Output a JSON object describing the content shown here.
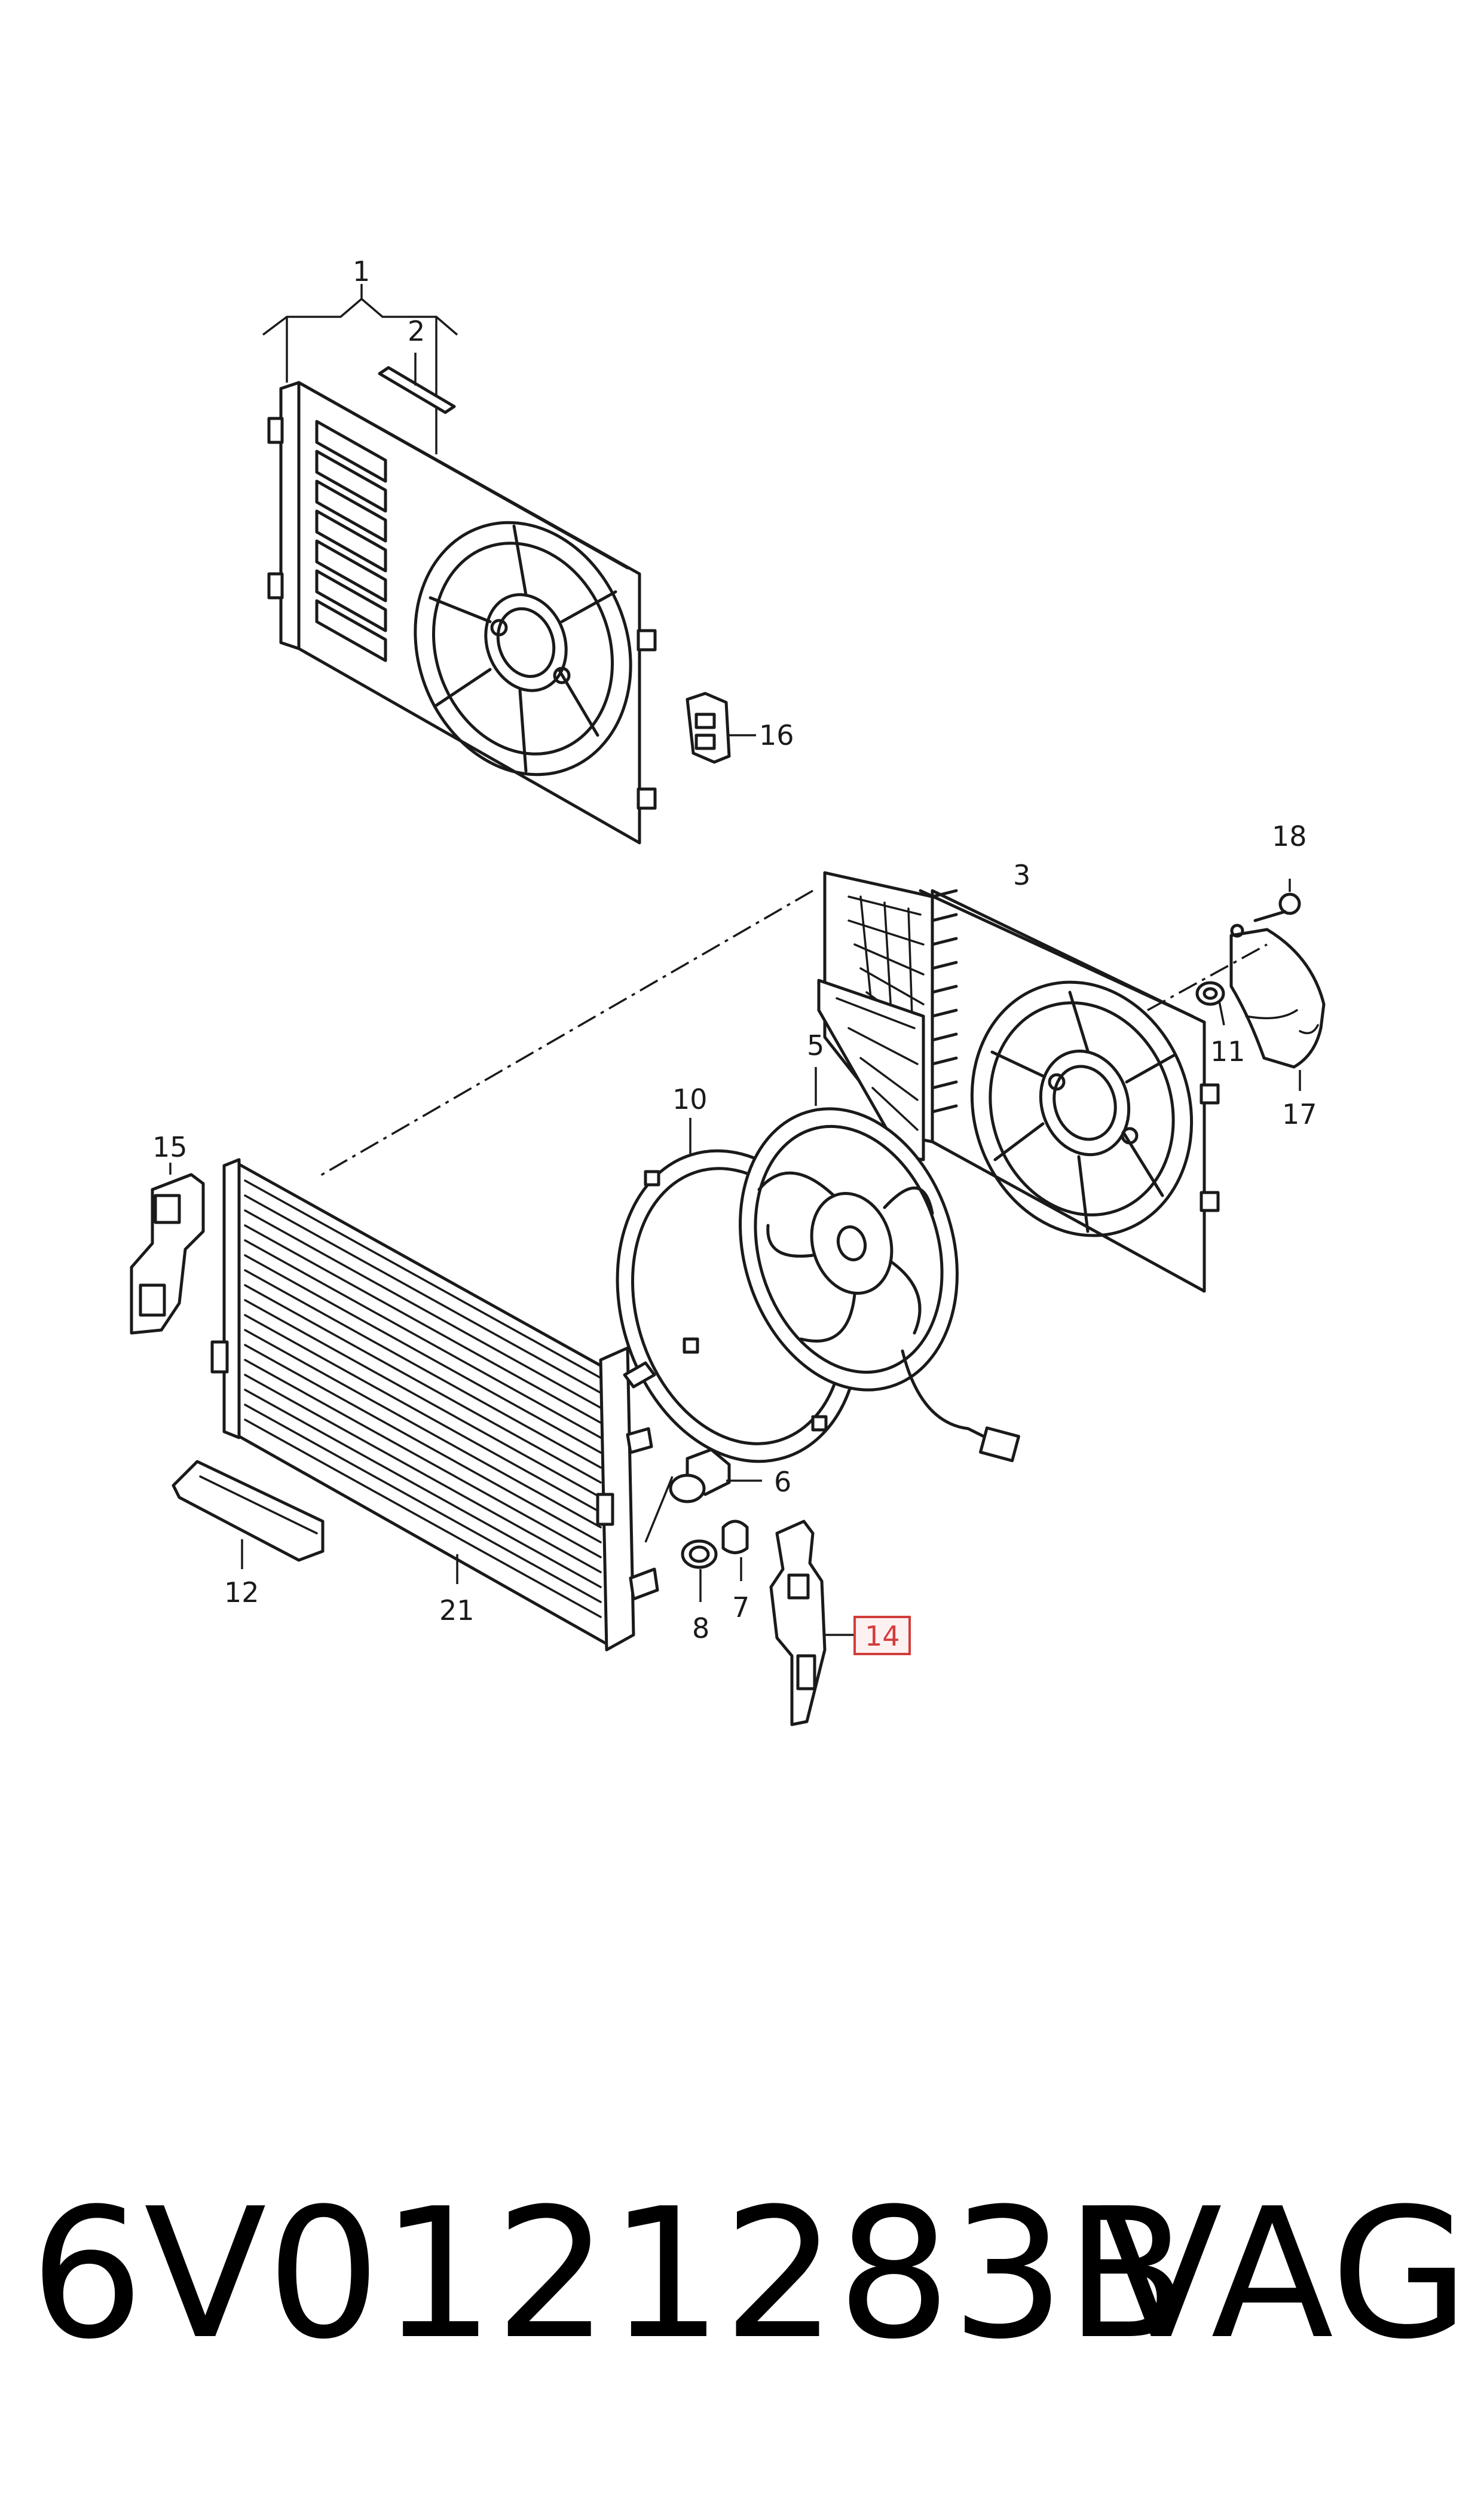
{
  "diagram": {
    "callouts": {
      "c1": "1",
      "c2": "2",
      "c3": "3",
      "c5": "5",
      "c6": "6",
      "c7": "7",
      "c8": "8",
      "c10": "10",
      "c11": "11",
      "c12": "12",
      "c14": "14",
      "c15": "15",
      "c16": "16",
      "c17": "17",
      "c18": "18",
      "c21": "21"
    },
    "highlighted_callout": "14",
    "highlight_color": "#d23c3c"
  },
  "footer": {
    "part_number": "6V0121283B",
    "brand": "VAG"
  }
}
